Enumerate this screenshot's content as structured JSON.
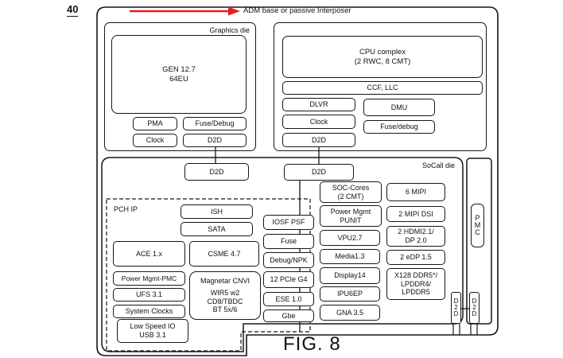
{
  "ref_label": "40",
  "caption": "FIG. 8",
  "interposer": {
    "label": "ADM base or passive Interposer"
  },
  "colors": {
    "arrow": "#e02020",
    "line": "#161616"
  },
  "graphics_die": {
    "label": "Graphics die",
    "gen": [
      "GEN 12.7",
      "64EU"
    ],
    "pma": "PMA",
    "fuse_debug": "Fuse/Debug",
    "clock": "Clock",
    "d2d": "D2D"
  },
  "cpu_die": {
    "complex": [
      "CPU complex",
      "(2 RWC, 8 CMT)"
    ],
    "ccf": "CCF, LLC",
    "dlvr": "DLVR",
    "dmu": "DMU",
    "clock": "Clock",
    "fuse_debug": "Fuse/debug",
    "d2d": "D2D"
  },
  "soc_die": {
    "label": "SoCall die",
    "d2d_left": "D2D",
    "d2d_right": "D2D",
    "pch": {
      "label": "PCH IP",
      "ish": "ISH",
      "sata": "SATA",
      "ace": "ACE 1.x",
      "csme": "CSME 4.7",
      "power_mgmt": "Power Mgmt-PMC",
      "ufs": "UFS 3.1",
      "system_clocks": "System Clocks",
      "low_speed": [
        "Low Speed IO",
        "USB 3.1"
      ],
      "magnetar": [
        "Magnetar CNVI",
        "WIR5 w2",
        "CD8/TBDC",
        "BT 5x/6"
      ]
    },
    "io_column": {
      "iosf": "IOSF PSF",
      "fuse": "Fuse",
      "debug_npk": "Debug/NPK",
      "pcie": "12 PCIe G4",
      "ese": "ESE 1.0",
      "gbe": "Gbe"
    },
    "core_column": {
      "soc_cores": [
        "SOC-Cores",
        "(2 CMT)"
      ],
      "punit": [
        "Power Mgmt",
        "PUNIT"
      ],
      "vpu": "VPU2.7",
      "media": "Media1.3",
      "display": "Display14",
      "ipu": "IPU6EP",
      "gna": "GNA 3.5"
    },
    "phy_column": {
      "mipi": "6 MIPI",
      "mipi_dsi": "2 MIPI DSI",
      "hdmi": [
        "2 HDMI2.1/",
        "DP 2.0"
      ],
      "edp": "2 eDP 1.5",
      "ddr": [
        "X128 DDR5*/",
        "LPDDR4/",
        "LPDDR5"
      ]
    },
    "d2d_vert": "D2D"
  },
  "pmc_strip": {
    "pmc": "PMC",
    "d2d_vert": "D2D"
  }
}
